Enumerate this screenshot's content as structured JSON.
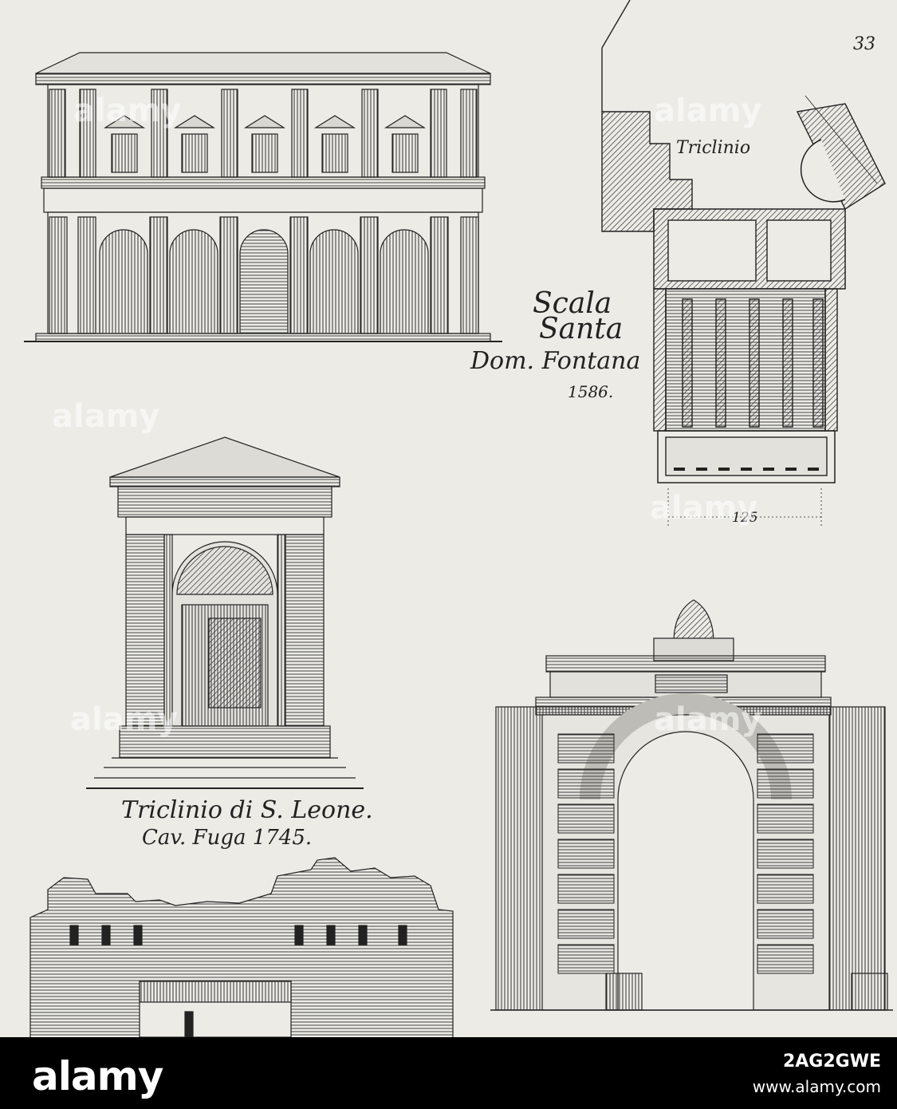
{
  "plate": {
    "page_number": "33",
    "label_triclinio_plan": "Triclinio",
    "label_scala": "Scala",
    "label_santa": "Santa",
    "label_architect": "Dom. Fontana",
    "label_year": "1586.",
    "scale_value": "125",
    "caption_triclinio_line1": "Triclinio di S. Leone.",
    "caption_triclinio_line2": "Cav. Fuga 1745."
  },
  "watermark": "alamy",
  "footer": {
    "logo": "alamy",
    "image_id": "2AG2GWE",
    "url": "www.alamy.com"
  },
  "colors": {
    "paper": "#ecebe6",
    "ink": "#222222",
    "footer_bg": "#000000"
  }
}
